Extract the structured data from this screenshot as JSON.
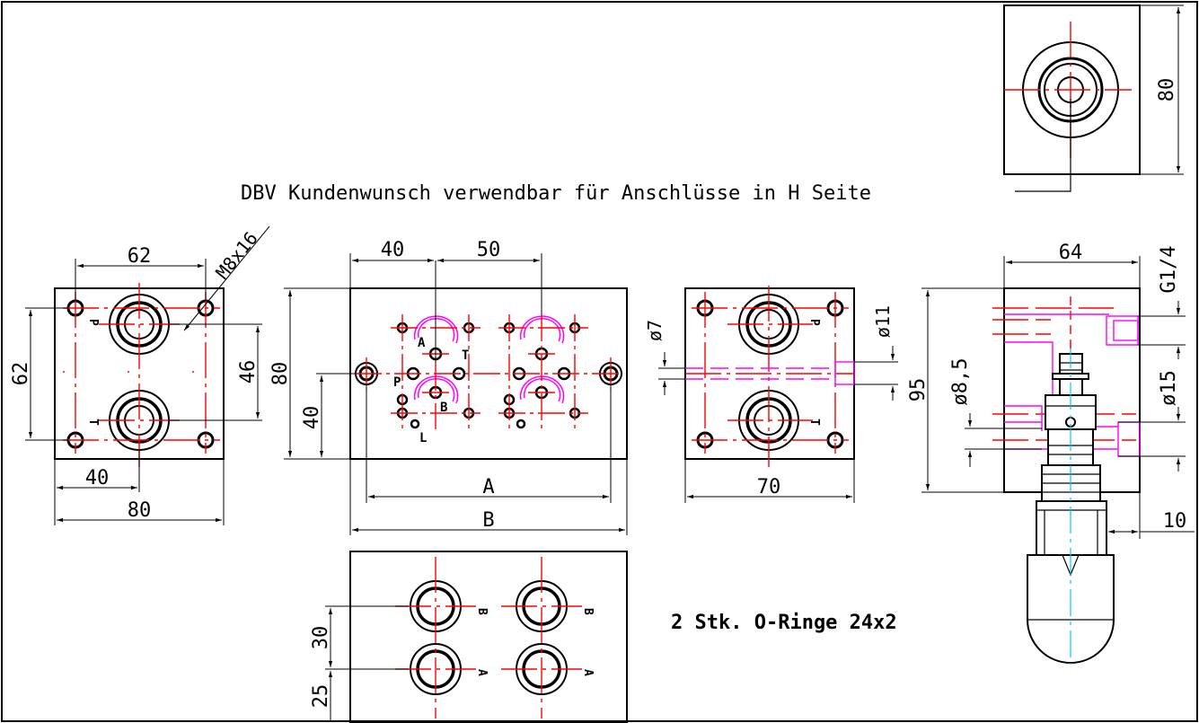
{
  "colors": {
    "outline": "#000000",
    "center": "#ff0000",
    "port": "#ff00ff",
    "axis": "#00c8ff"
  },
  "note": {
    "dbv_text": "DBV Kundenwunsch verwendbar für Anschlüsse in H Seite",
    "oring_text": "2 Stk. O-Ringe 24x2"
  },
  "left_view": {
    "dim_top": "62",
    "thread": "M8x16",
    "dim_left": "62",
    "dim_right": "46",
    "dim_bottom_inner": "40",
    "dim_bottom": "80",
    "label_p": "P",
    "label_t": "T"
  },
  "center_view": {
    "dim_40": "40",
    "dim_50": "50",
    "dim_height": "80",
    "dim_40v": "40",
    "dim_a": "A",
    "dim_b": "B",
    "label_a": "A",
    "label_t": "T",
    "label_p": "P",
    "label_b": "B",
    "label_l": "L"
  },
  "right_view": {
    "dim_d7": "ø7",
    "dim_d11": "ø11",
    "dim_70": "70",
    "label_p": "P",
    "label_t": "T"
  },
  "side_view": {
    "dim_64": "64",
    "dim_g14": "G1/4",
    "dim_95": "95",
    "dim_d85": "ø8,5",
    "dim_d15": "ø15",
    "dim_10": "10"
  },
  "top_view": {
    "dim_80": "80"
  },
  "bottom_view": {
    "dim_30": "30",
    "dim_25": "25",
    "label_b1": "B",
    "label_b2": "B",
    "label_a1": "A",
    "label_a2": "A"
  }
}
